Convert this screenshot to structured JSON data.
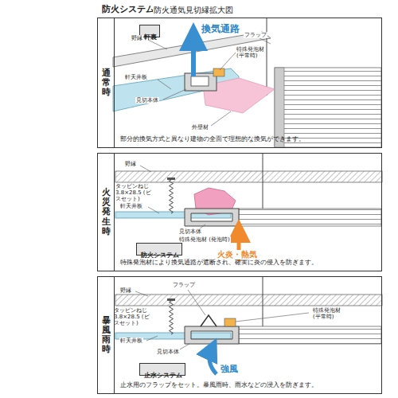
{
  "diagram": {
    "title": "防火システム",
    "nodes": [
      {
        "text": [
          "通常時",
          "部分的換気方式と異なり建物の全面で理想的な換気ができます。"
        ]
      },
      {
        "text": [
          "軒裏"
        ],
        "in": 0
      },
      {
        "text": [
          "火災発生時",
          "特殊発泡材により換気通路が遮断され、確実に炎の侵入を防ぎます。"
        ]
      },
      {
        "text": [
          "防火システム"
        ],
        "in": 2
      },
      {
        "text": [
          "暴風雨時",
          "止水用のフラップをセット。暴風雨時、雨水などの浸入を防ぎます。"
        ]
      },
      {
        "text": [
          "止水システム"
        ],
        "in": 4
      }
    ],
    "labels": [
      "防火通気見切縁拡大図",
      "換気通路",
      "野縁",
      "フラップ",
      "特殊発泡材 (平常時)",
      "軒天井板",
      "見切本体",
      "外壁材",
      "野縁",
      "タッピンねじ 3.8×28.5 (ビスセット)",
      "軒天井板",
      "見切本体",
      "特殊発泡材 (発泡時)",
      "火炎・熱気",
      "フラップ",
      "野縁",
      "タッピンねじ 3.8×28.5 (ビスセット)",
      "特殊発泡材 (平常時)",
      "軒天井板",
      "見切本体",
      "強風"
    ]
  }
}
